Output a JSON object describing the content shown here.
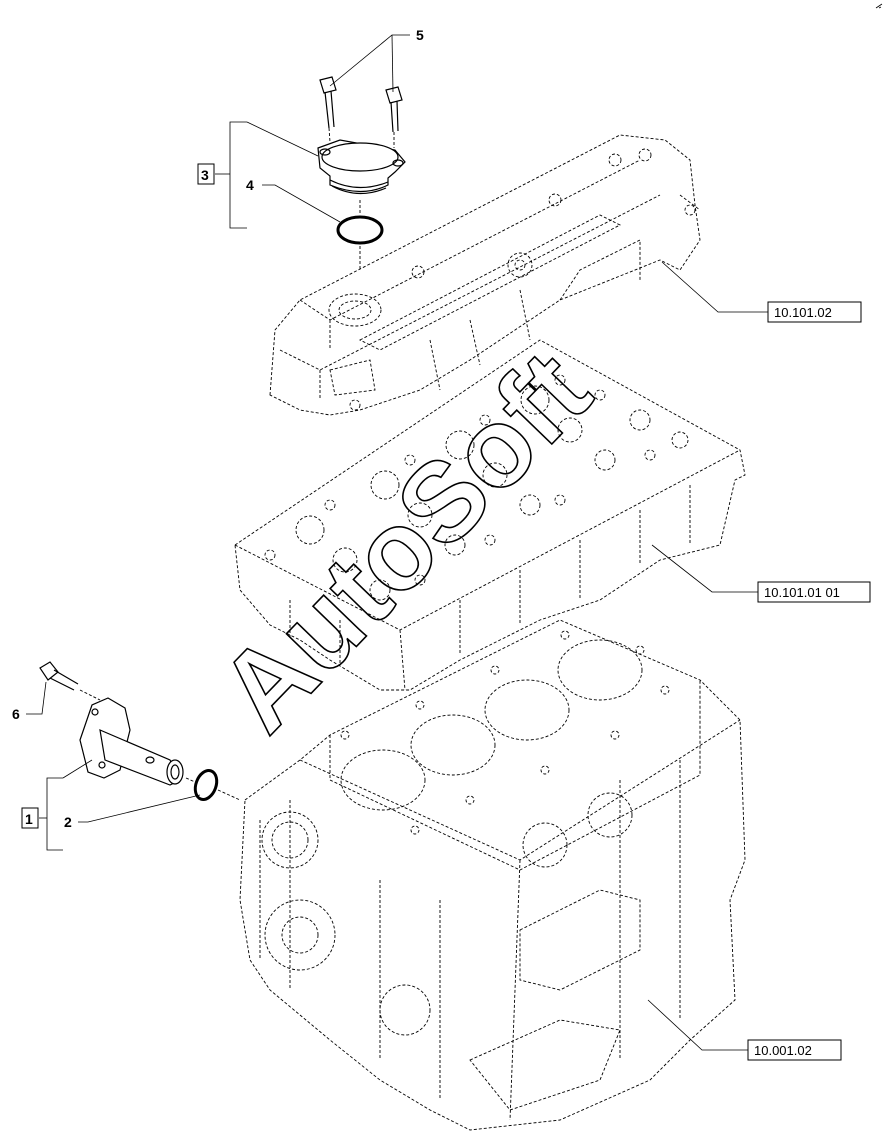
{
  "callouts": {
    "item_1": "1",
    "item_2": "2",
    "item_3": "3",
    "item_4": "4",
    "item_5": "5",
    "item_6": "6"
  },
  "references": {
    "valve_cover": "10.101.02",
    "cylinder_head": "10.101.01 01",
    "engine_block": "10.001.02"
  },
  "watermark": "AutoSoft"
}
